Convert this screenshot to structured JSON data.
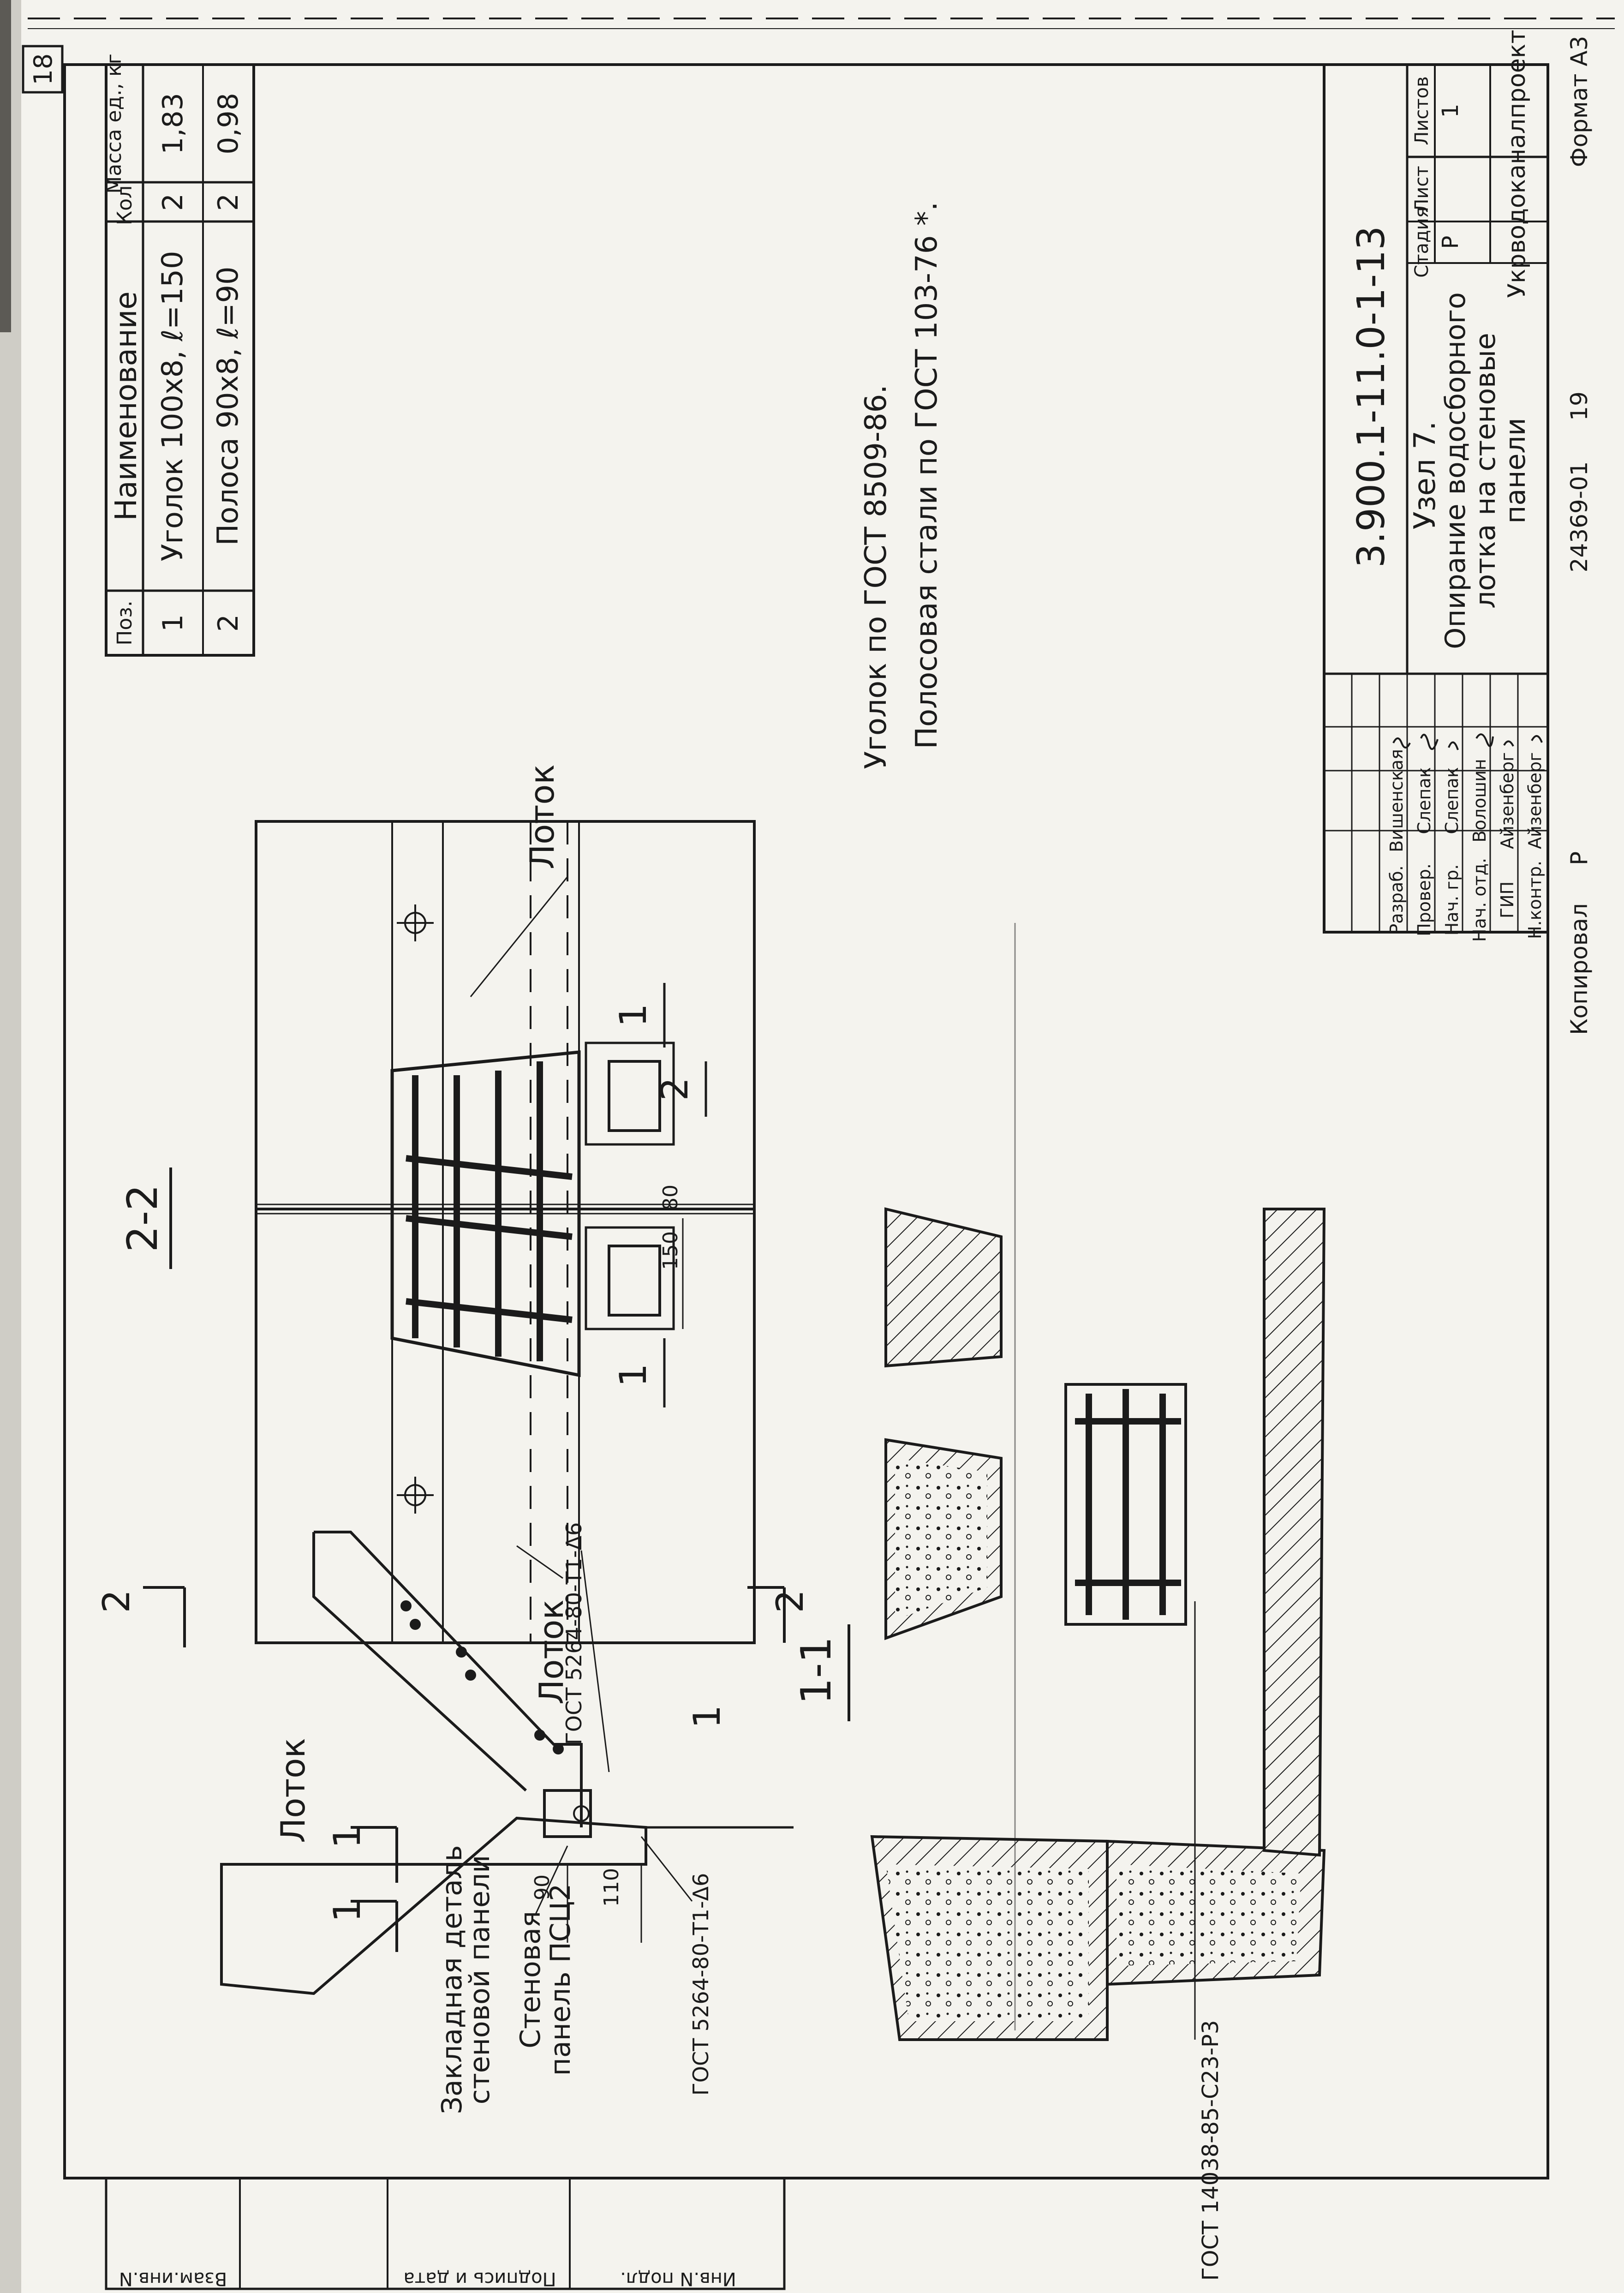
{
  "sheet_number": "18",
  "format_label": "Формат А3",
  "copied_by": "Копировал",
  "copier_mark": "Р",
  "archive_number": "24369-01",
  "archive_suffix": "19",
  "side_stamp": [
    "Инв.N подл.",
    "Подпись и дата",
    "Взам.инв.N"
  ],
  "spec_table": {
    "headers": [
      "Поз.",
      "Наименование",
      "Кол.",
      "Масса ед., кг"
    ],
    "rows": [
      {
        "pos": "1",
        "name": "Уголок 100х8, ℓ=150",
        "qty": "2",
        "mass": "1,83"
      },
      {
        "pos": "2",
        "name": "Полоса 90х8, ℓ=90",
        "qty": "2",
        "mass": "0,98"
      }
    ]
  },
  "notes": [
    "Уголок по ГОСТ 8509-86.",
    "Полосовая стали по ГОСТ 103-76 *."
  ],
  "title_block": {
    "doc_code": "3.900.1-11.0-1-13",
    "title_lines": [
      "Узел 7.",
      "Опирание водосборного",
      "лотка на стеновые",
      "панели"
    ],
    "stage_header": [
      "Стадия",
      "Лист",
      "Листов"
    ],
    "stage_values": [
      "Р",
      "",
      "1"
    ],
    "organization": "Укрводоканалпроект",
    "roles": [
      {
        "role": "Разраб.",
        "name": "Вишенская"
      },
      {
        "role": "Провер.",
        "name": "Слепак"
      },
      {
        "role": "Нач. гр.",
        "name": "Слепак"
      },
      {
        "role": "Нач. отд.",
        "name": "Волошин"
      },
      {
        "role": "ГИП",
        "name": "Айзенберг"
      },
      {
        "role": "Н.контр.",
        "name": "Айзенберг"
      }
    ]
  },
  "drawing": {
    "section_22": "2-2",
    "section_11": "1-1",
    "label_lotok": "Лоток",
    "label_embedded": [
      "Закладная деталь",
      "стеновой панели"
    ],
    "label_panel": [
      "Стеновая",
      "панель ПСЦ2"
    ],
    "weld_a": "ГОСТ 5264-80-Т1-Δ6",
    "weld_b": "ГОСТ 5264-80-Т1-Δ6",
    "gost_panel": "ГОСТ 14038-85-С23-Р3",
    "dim_150": "150",
    "dim_80": "80",
    "dim_90": "90",
    "dim_110": "110",
    "pos1": "1",
    "pos2": "2",
    "cut_1": "1",
    "cut_2": "2"
  }
}
